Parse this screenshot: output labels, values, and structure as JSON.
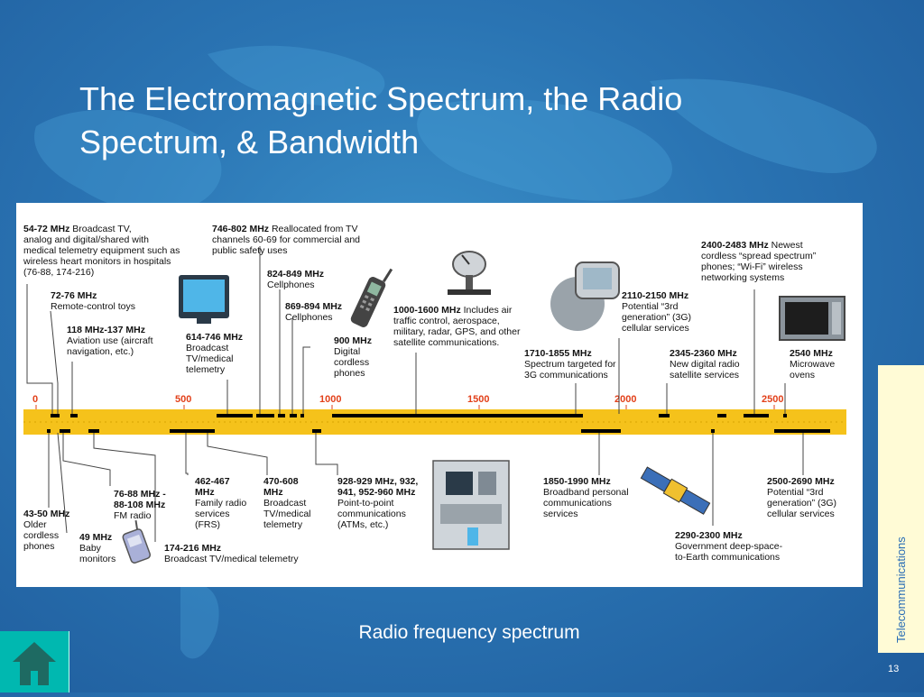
{
  "slide": {
    "title": "The Electromagnetic Spectrum, the Radio Spectrum, & Bandwidth",
    "caption": "Radio frequency spectrum",
    "side_label": "Telecommunications",
    "page_number": "13"
  },
  "spectrum": {
    "ticks": [
      "0",
      "500",
      "1000",
      "1500",
      "2000",
      "2500"
    ],
    "top_labels": [
      {
        "bold": "54-72 MHz",
        "text": " Broadcast TV,",
        "more": [
          "analog and digital/shared with",
          "medical telemetry equipment such as",
          "wireless heart monitors in hospitals",
          "(76-88, 174-216)"
        ]
      },
      {
        "bold": "72-76 MHz",
        "text": "",
        "more": [
          "Remote-control toys"
        ]
      },
      {
        "bold": "118 MHz-137 MHz",
        "text": "",
        "more": [
          "Aviation use (aircraft",
          "navigation, etc.)"
        ]
      },
      {
        "bold": "746-802 MHz",
        "text": " Reallocated from TV",
        "more": [
          "channels 60-69 for commercial and",
          "public safety uses"
        ]
      },
      {
        "bold": "824-849 MHz",
        "text": "",
        "more": [
          "Cellphones"
        ]
      },
      {
        "bold": "869-894 MHz",
        "text": "",
        "more": [
          "Cellphones"
        ]
      },
      {
        "bold": "614-746 MHz",
        "text": "",
        "more": [
          "Broadcast",
          "TV/medical",
          "telemetry"
        ]
      },
      {
        "bold": "900 MHz",
        "text": "",
        "more": [
          "Digital",
          "cordless",
          "phones"
        ]
      },
      {
        "bold": "1000-1600 MHz",
        "text": " Includes air",
        "more": [
          "traffic control, aerospace,",
          "military, radar, GPS, and other",
          "satellite communications."
        ]
      },
      {
        "bold": "1710-1855 MHz",
        "text": "",
        "more": [
          "Spectrum targeted for",
          "3G communications"
        ]
      },
      {
        "bold": "2110-2150 MHz",
        "text": "",
        "more": [
          "Potential “3rd",
          "generation” (3G)",
          "cellular services"
        ]
      },
      {
        "bold": "2400-2483 MHz",
        "text": " Newest",
        "more": [
          "cordless “spread spectrum”",
          "phones; “Wi-Fi” wireless",
          "networking systems"
        ]
      },
      {
        "bold": "2345-2360 MHz",
        "text": "",
        "more": [
          "New digital radio",
          "satellite services"
        ]
      },
      {
        "bold": "2540 MHz",
        "text": "",
        "more": [
          "Microwave",
          "ovens"
        ]
      }
    ],
    "bottom_labels": [
      {
        "bold": "43-50 MHz",
        "text": "",
        "more": [
          "Older",
          "cordless",
          "phones"
        ]
      },
      {
        "bold": "49 MHz",
        "text": "",
        "more": [
          "Baby",
          "monitors"
        ]
      },
      {
        "bold": "76-88 MHz -",
        "text": "",
        "more": [
          "88-108 MHz",
          "FM radio"
        ],
        "more_bold_first": true
      },
      {
        "bold": "174-216 MHz",
        "text": "",
        "more": [
          "Broadcast TV/medical telemetry"
        ]
      },
      {
        "bold": "462-467",
        "text": "",
        "more": [
          "MHz",
          "Family radio",
          "services",
          "(FRS)"
        ],
        "more_bold_first": true
      },
      {
        "bold": "470-608",
        "text": "",
        "more": [
          "MHz",
          "Broadcast",
          "TV/medical",
          "telemetry"
        ],
        "more_bold_first": true
      },
      {
        "bold": "928-929 MHz, 932,",
        "text": "",
        "more": [
          "941, 952-960 MHz",
          "Point-to-point",
          "communications",
          "(ATMs, etc.)"
        ],
        "more_bold_first": true
      },
      {
        "bold": "1850-1990 MHz",
        "text": "",
        "more": [
          "Broadband personal",
          "communications",
          "services"
        ]
      },
      {
        "bold": "2290-2300 MHz",
        "text": "",
        "more": [
          "Government deep-space-",
          "to-Earth communications"
        ]
      },
      {
        "bold": "2500-2690 MHz",
        "text": "",
        "more": [
          "Potential “3rd",
          "generation” (3G)",
          "cellular services"
        ]
      }
    ]
  },
  "icons": {
    "home": "home-icon",
    "monitor": "tv-monitor-icon",
    "cellphone": "cellphone-icon",
    "dish": "satellite-dish-icon",
    "phone_3g": "3g-phone-icon",
    "microwave": "microwave-oven-icon",
    "baby_monitor": "baby-monitor-icon",
    "atm": "atm-icon",
    "satellite": "satellite-icon"
  },
  "colors": {
    "band": "#f5c21b",
    "tick": "#e2401a",
    "title": "#ffffff",
    "side_label": "#2a6db5"
  }
}
